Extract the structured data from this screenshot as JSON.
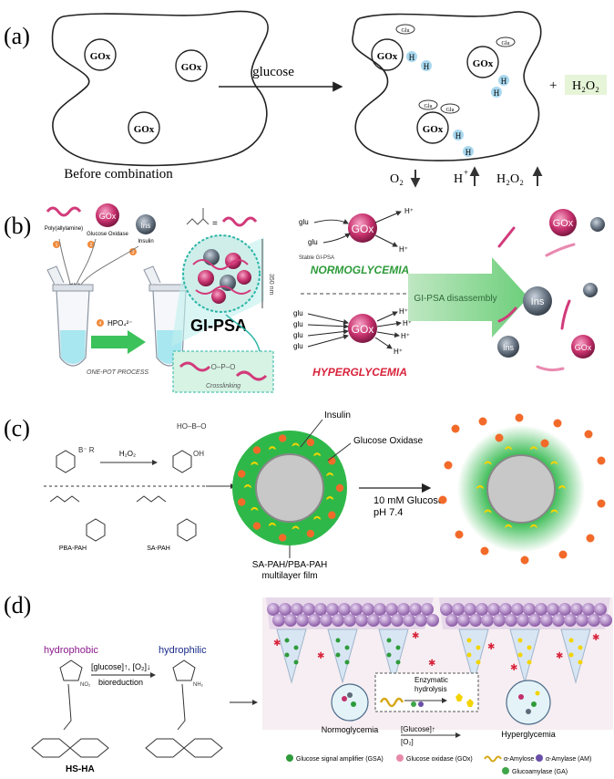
{
  "panels": {
    "a": {
      "label": "(a)",
      "gox": "GOx",
      "arrow_label": "glucose",
      "before_caption": "Before   combination",
      "h_plus": "H",
      "h_plus_sup": "+",
      "plus_sign": "+",
      "h2o2": "H₂O₂",
      "glu": "Glu",
      "o2": "O₂",
      "h2o2_result": "H₂O₂"
    },
    "b": {
      "label": "(b)",
      "polyallylamine": "Poly(allylamine)",
      "glucose_oxidase": "Glucose Oxidase",
      "gox": "GOx",
      "ins": "Ins",
      "insulin": "Insulin",
      "step1": "1",
      "step2": "2",
      "step3": "3",
      "step4": "4",
      "hpo4": "HPO₄²⁻",
      "one_pot": "ONE-POT PROCESS",
      "gipsa": "GI-PSA",
      "size": "350 nm",
      "crosslinking": "Crosslinking",
      "glu": "glu",
      "h_plus": "H⁺",
      "stable": "Stable GI-PSA",
      "normo": "NORMOGLYCEMIA",
      "hyper": "HYPERGLYCEMIA",
      "disassembly": "GI-PSA disassembly"
    },
    "c": {
      "label": "(c)",
      "h2o2": "H₂O₂",
      "pba_pah": "PBA-PAH",
      "sa_pah": "SA-PAH",
      "insulin": "Insulin",
      "glucose_oxidase": "Glucose Oxidase",
      "film_line1": "SA-PAH/PBA-PAH",
      "film_line2": "multilayer film",
      "condition_line1": "10 mM Glucose",
      "condition_line2": "pH 7.4"
    },
    "d": {
      "label": "(d)",
      "hydrophobic": "hydrophobic",
      "hydrophilic": "hydrophilic",
      "reaction": "[glucose]↑, [O₂]↓",
      "bioreduction": "bioreduction",
      "hsha": "HS-HA",
      "enzymatic": "Enzymatic",
      "hydrolysis": "hydrolysis",
      "normo": "Normoglycemia",
      "hyper": "Hyperglycemia",
      "glucose_up": "[Glucose]↑",
      "o2": "[O₂]",
      "legend": [
        "Glucose signal amplifier (GSA)",
        "Glucose oxidase (GOx)",
        "α-Amylose",
        "α-Amylase (AM)",
        "Glucoamylase (GA)"
      ]
    }
  },
  "colors": {
    "gox_pink": "#c2306a",
    "ins_gray": "#5e6a78",
    "normo_green": "#2e9b3a",
    "hyper_red": "#d8243c",
    "film_green": "#2fb84a",
    "insulin_orange": "#f26a2a",
    "enzyme_yellow": "#f4d400",
    "purple": "#9b6fb6"
  }
}
